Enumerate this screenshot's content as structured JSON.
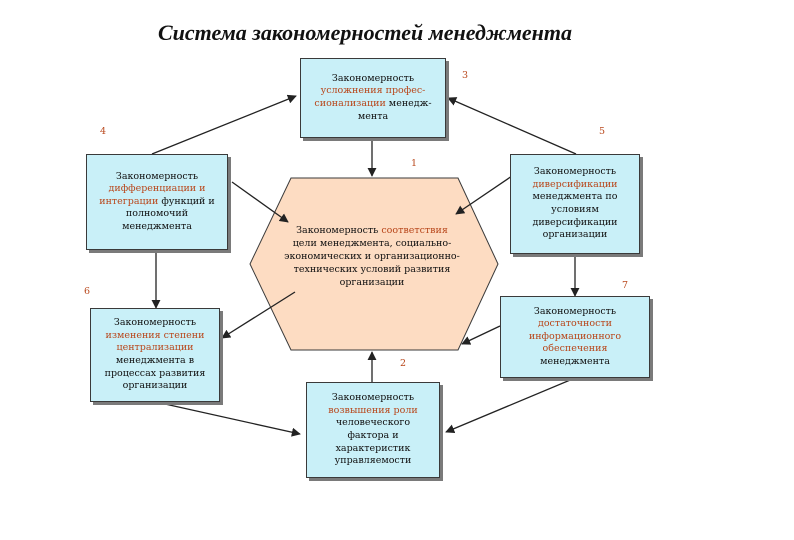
{
  "title": "Система закономерностей менеджмента",
  "boxes": {
    "top": {
      "number": "3",
      "lines": [
        {
          "parts": [
            {
              "t": "Закономерность"
            }
          ]
        },
        {
          "parts": [
            {
              "t": "усложнения профес-",
              "hl": true
            }
          ]
        },
        {
          "parts": [
            {
              "t": "сионализации",
              "hl": true
            },
            {
              "t": " менедж-"
            }
          ]
        },
        {
          "parts": [
            {
              "t": "мента"
            }
          ]
        }
      ]
    },
    "left_upper": {
      "number": "4",
      "lines": [
        {
          "parts": [
            {
              "t": "Закономерность"
            }
          ]
        },
        {
          "parts": [
            {
              "t": "дифференциации и",
              "hl": true
            }
          ]
        },
        {
          "parts": [
            {
              "t": "интеграции",
              "hl": true
            },
            {
              "t": " функций и"
            }
          ]
        },
        {
          "parts": [
            {
              "t": "полномочий"
            }
          ]
        },
        {
          "parts": [
            {
              "t": "менеджмента"
            }
          ]
        }
      ]
    },
    "right_upper": {
      "number": "5",
      "lines": [
        {
          "parts": [
            {
              "t": "Закономерность"
            }
          ]
        },
        {
          "parts": [
            {
              "t": "диверсификации",
              "hl": true
            }
          ]
        },
        {
          "parts": [
            {
              "t": "менеджмента по"
            }
          ]
        },
        {
          "parts": [
            {
              "t": "условиям"
            }
          ]
        },
        {
          "parts": [
            {
              "t": "диверсификации"
            }
          ]
        },
        {
          "parts": [
            {
              "t": "организации"
            }
          ]
        }
      ]
    },
    "left_lower": {
      "number": "6",
      "lines": [
        {
          "parts": [
            {
              "t": "Закономерность"
            }
          ]
        },
        {
          "parts": [
            {
              "t": "изменения степени",
              "hl": true
            }
          ]
        },
        {
          "parts": [
            {
              "t": "централизации",
              "hl": true
            }
          ]
        },
        {
          "parts": [
            {
              "t": "менеджмента  в"
            }
          ]
        },
        {
          "parts": [
            {
              "t": "процессах развития"
            }
          ]
        },
        {
          "parts": [
            {
              "t": "организации"
            }
          ]
        }
      ]
    },
    "right_lower": {
      "number": "7",
      "lines": [
        {
          "parts": [
            {
              "t": "Закономерность"
            }
          ]
        },
        {
          "parts": [
            {
              "t": "достаточности",
              "hl": true
            }
          ]
        },
        {
          "parts": [
            {
              "t": "информационного",
              "hl": true
            }
          ]
        },
        {
          "parts": [
            {
              "t": "обеспечения",
              "hl": true
            }
          ]
        },
        {
          "parts": [
            {
              "t": "менеджмента"
            }
          ]
        }
      ]
    },
    "bottom": {
      "number": "2",
      "lines": [
        {
          "parts": [
            {
              "t": "Закономерность"
            }
          ]
        },
        {
          "parts": [
            {
              "t": "возвышения роли",
              "hl": true
            }
          ]
        },
        {
          "parts": [
            {
              "t": "человеческого"
            }
          ]
        },
        {
          "parts": [
            {
              "t": "фактора и"
            }
          ]
        },
        {
          "parts": [
            {
              "t": "характеристик"
            }
          ]
        },
        {
          "parts": [
            {
              "t": "управляемости"
            }
          ]
        }
      ]
    }
  },
  "center": {
    "number": "1",
    "lines": [
      {
        "parts": [
          {
            "t": "Закономерность "
          },
          {
            "t": "соответствия",
            "hl": true
          }
        ]
      },
      {
        "parts": [
          {
            "t": "цели менеджмента, социально-"
          }
        ]
      },
      {
        "parts": [
          {
            "t": "экономических и организационно-"
          }
        ]
      },
      {
        "parts": [
          {
            "t": "технических условий развития"
          }
        ]
      },
      {
        "parts": [
          {
            "t": "организации"
          }
        ]
      }
    ]
  },
  "colors": {
    "box_fill": "#c9f0f8",
    "hexagon_fill": "#fddcc2",
    "highlight": "#b8461a"
  }
}
